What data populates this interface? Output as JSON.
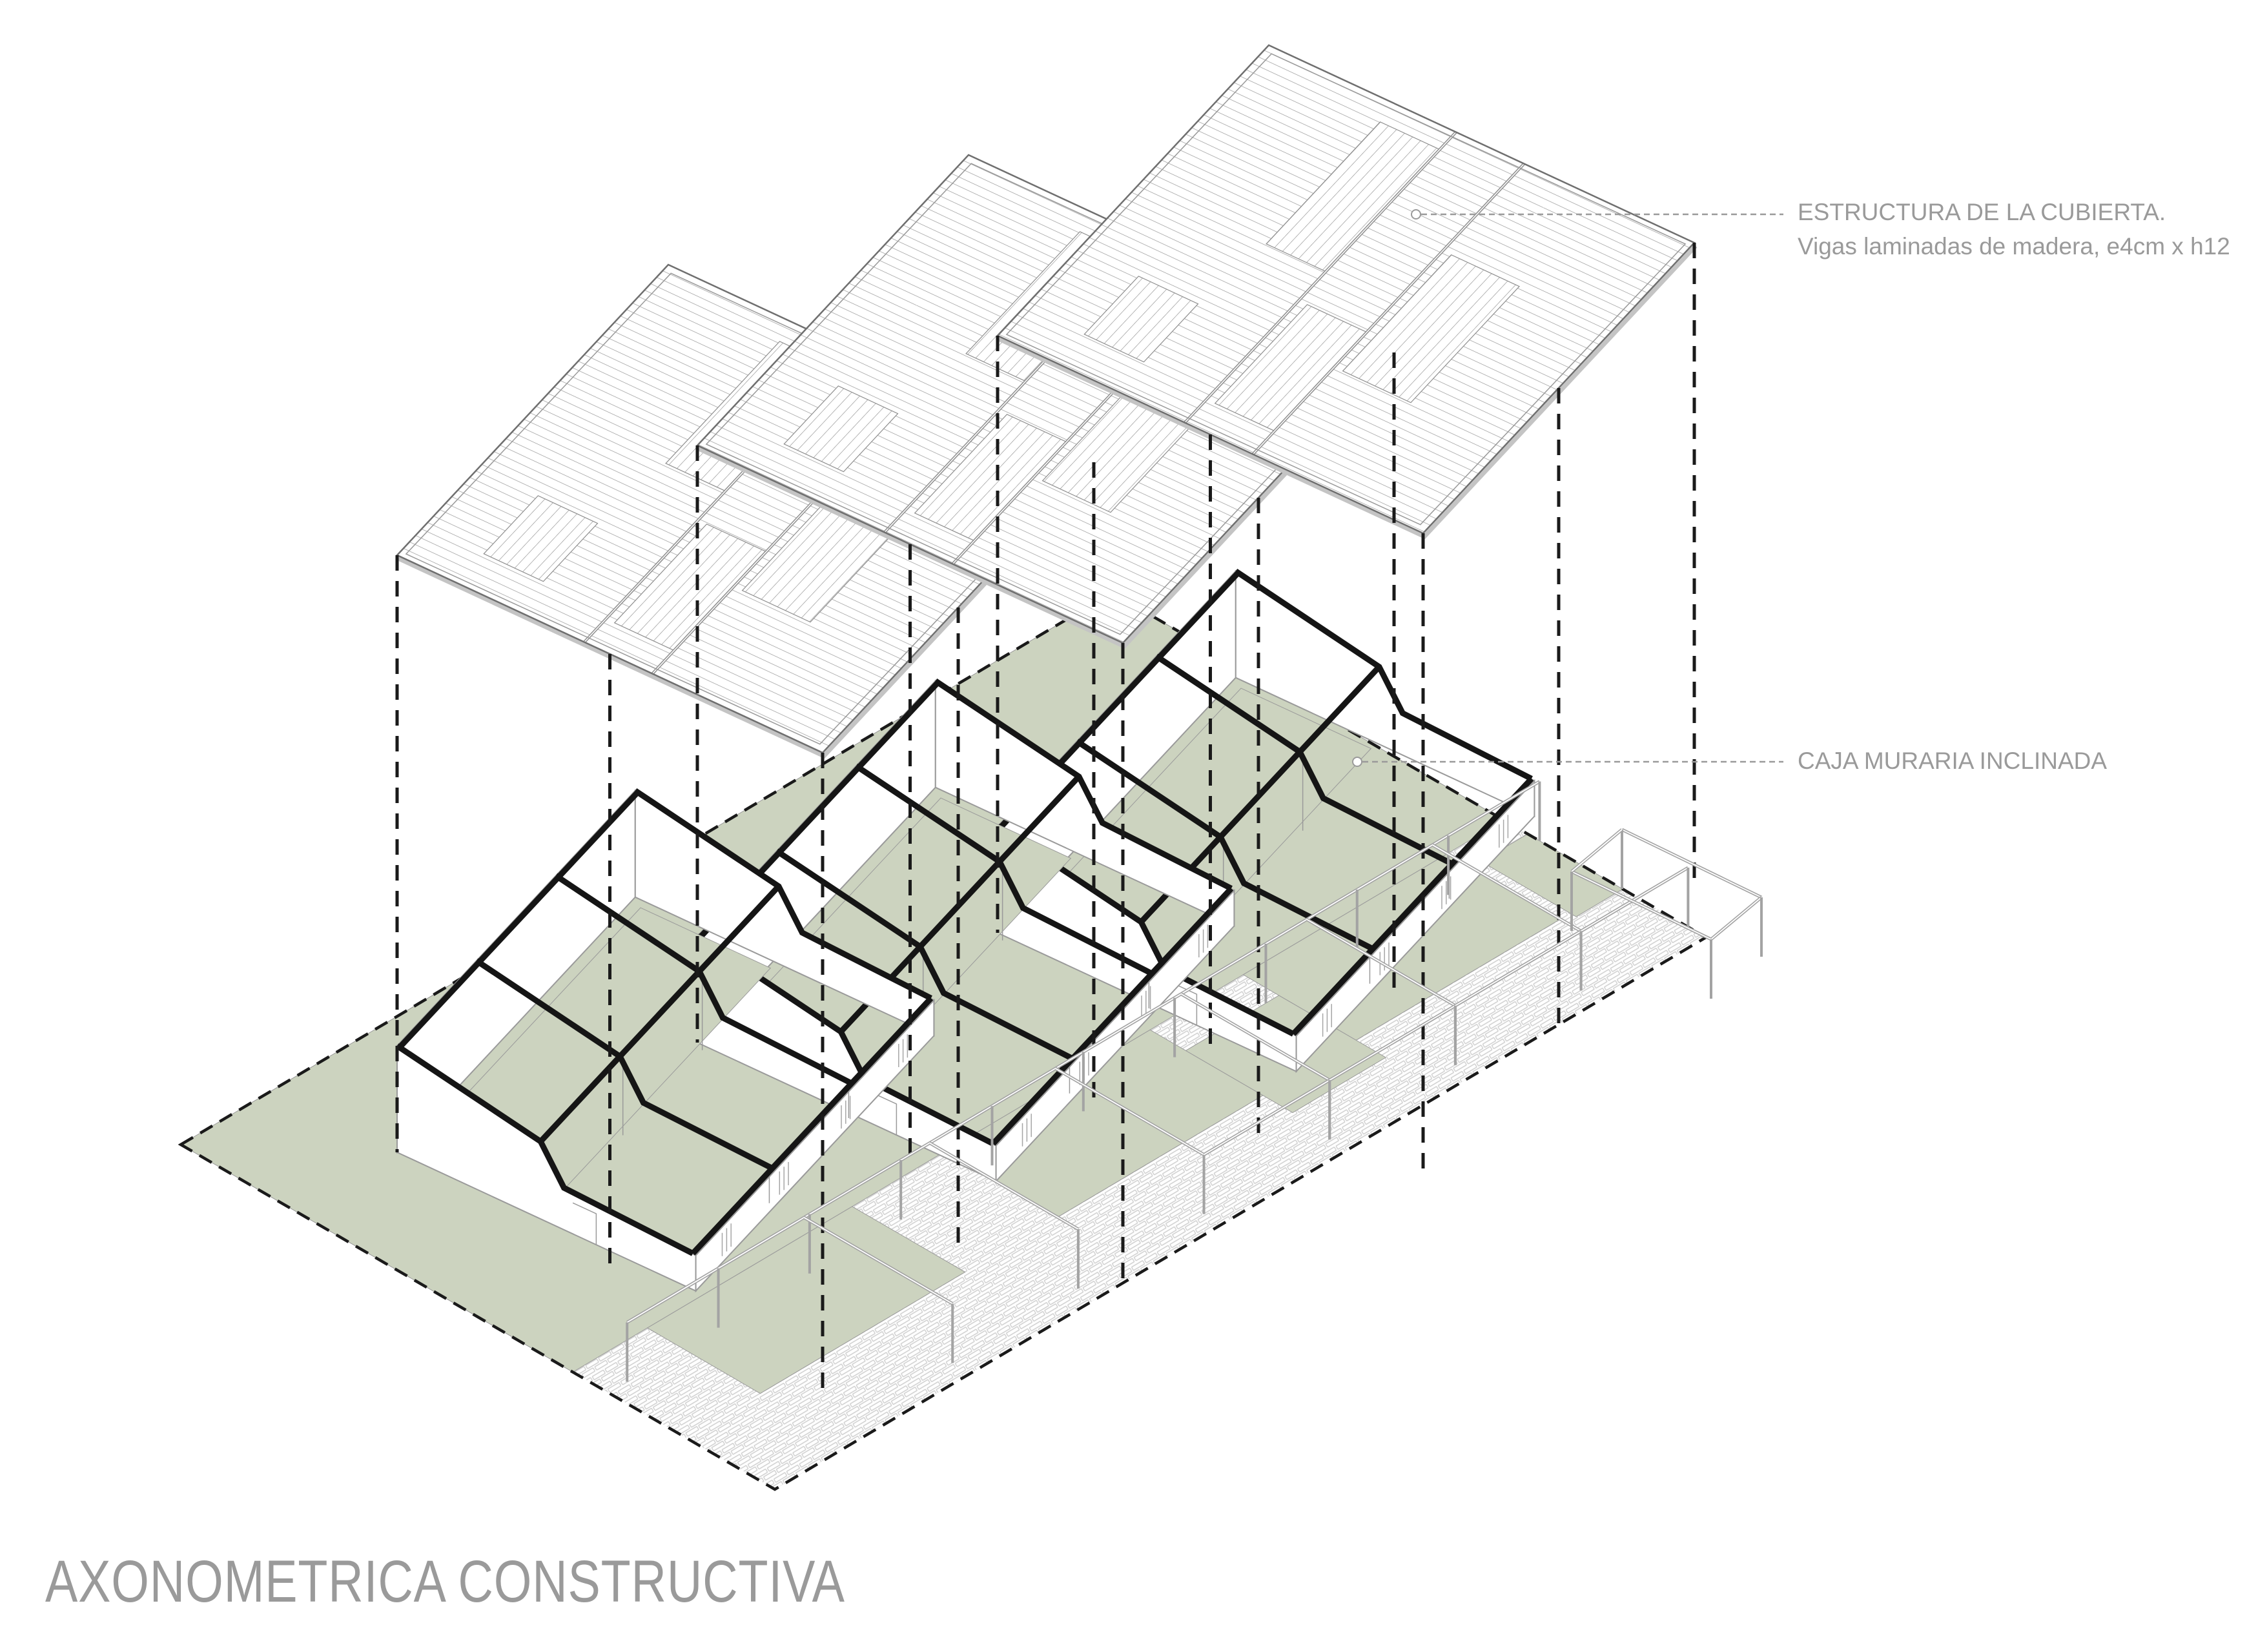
{
  "title": "AXONOMETRICA CONSTRUCTIVA",
  "annotations": {
    "roof": {
      "line1": "ESTRUCTURA DE LA CUBIERTA.",
      "line2": "Vigas laminadas de madera, e4cm x h12"
    },
    "walls": {
      "text": "CAJA MURARIA INCLINADA"
    }
  },
  "colors": {
    "background": "#ffffff",
    "sage_green": "#ccd3bf",
    "wall_line": "#9a9a9a",
    "beam_black": "#151515",
    "hatch_gray": "#8f8f8f",
    "paving_gray": "#cfcfcf",
    "fence_gray": "#a3a3a3",
    "dash_black": "#1a1a1a",
    "text_gray": "#9a9a9a",
    "roof_edge": "#6f6f6f",
    "shadow_gray": "#c4c4c4"
  }
}
